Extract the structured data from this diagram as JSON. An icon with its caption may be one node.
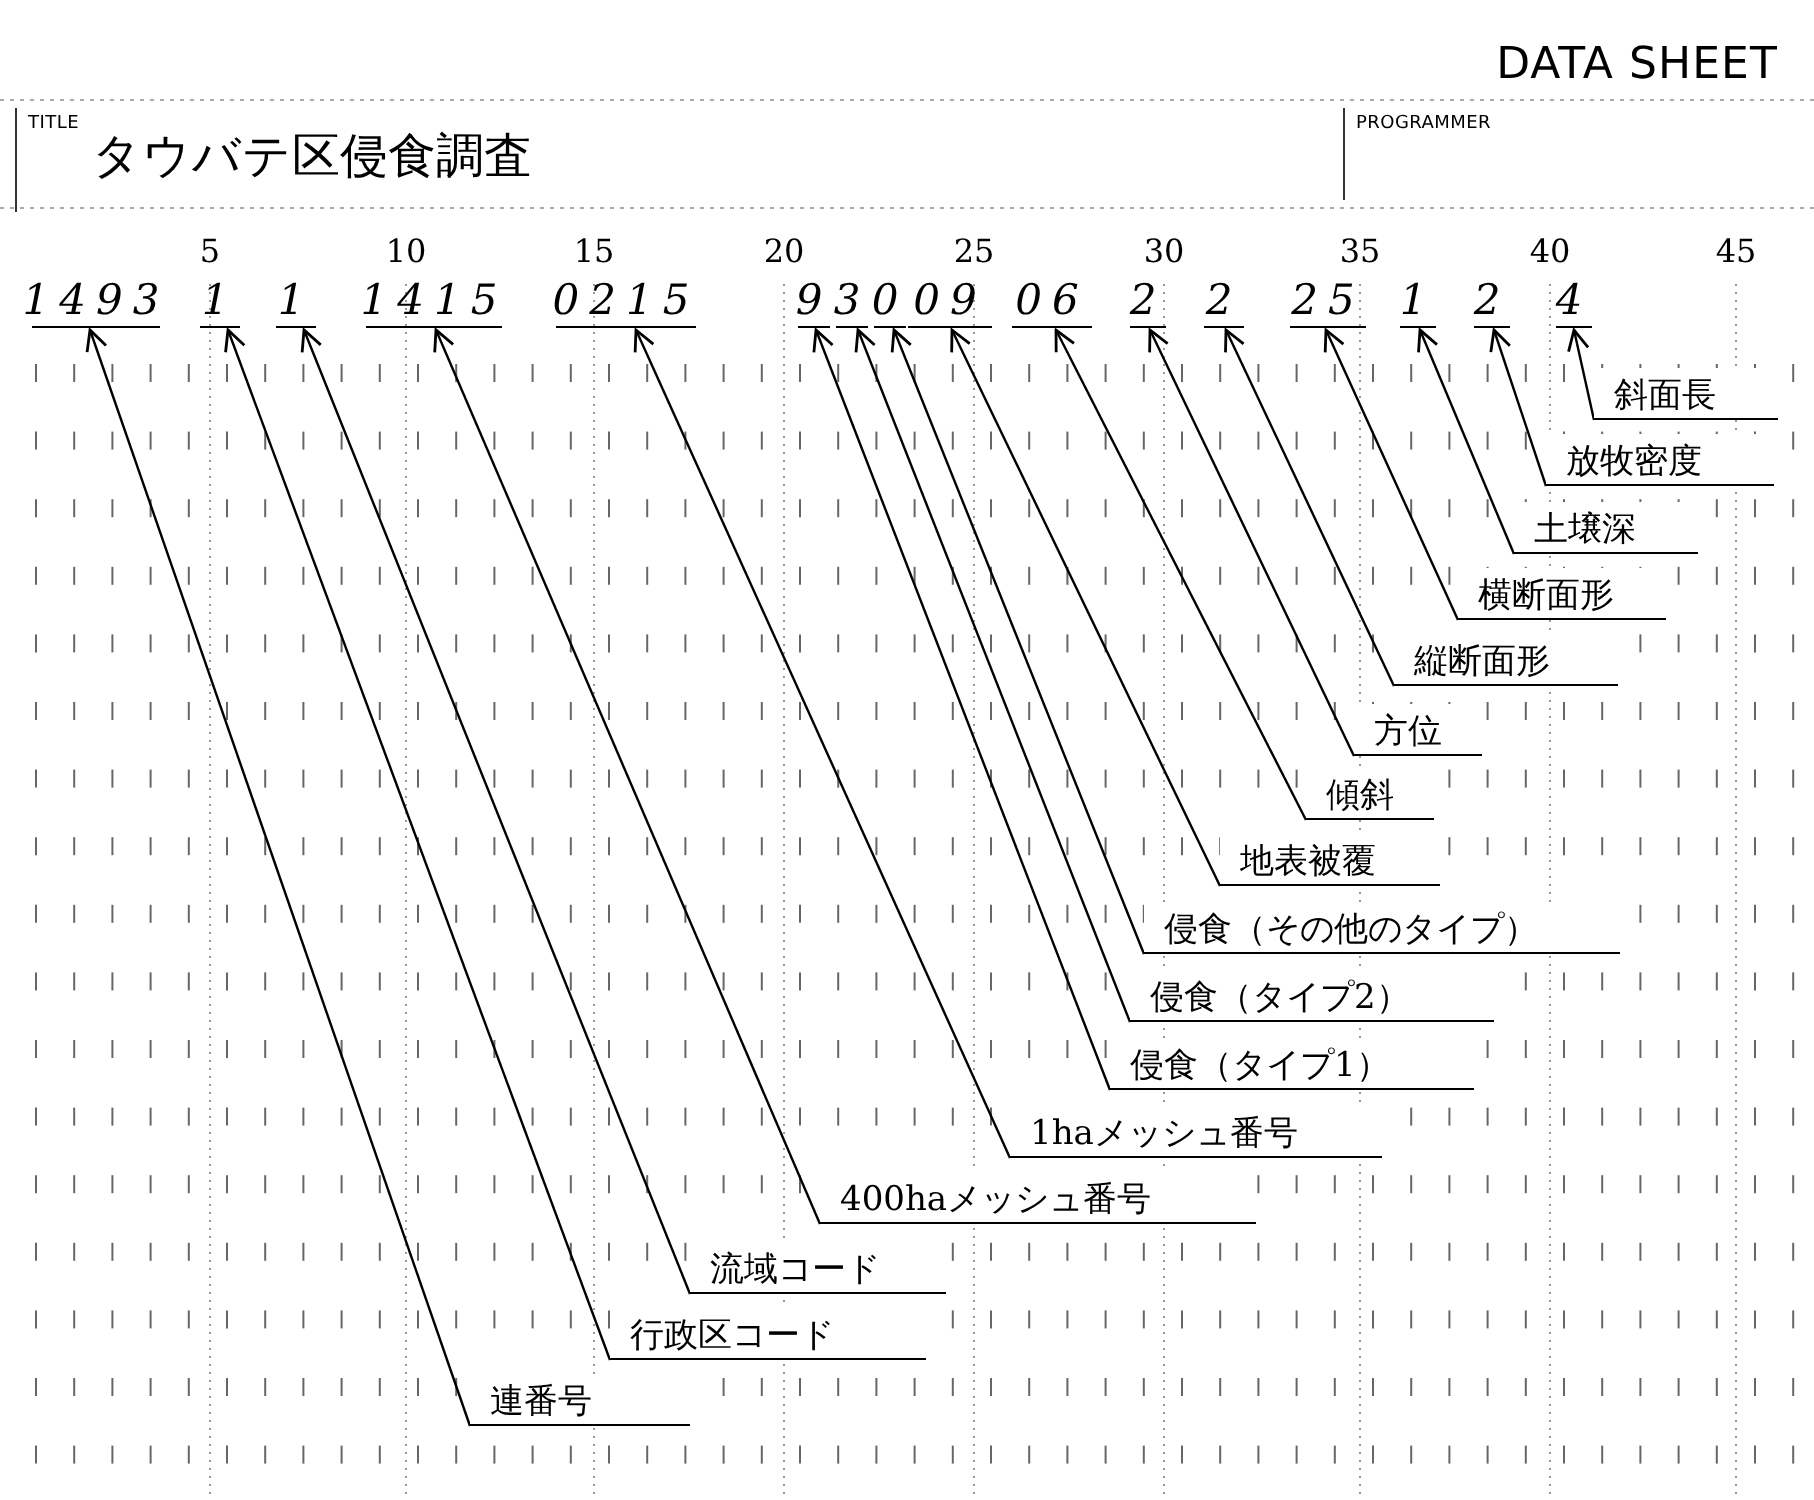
{
  "diagram": {
    "title": "DATA SHEET",
    "nodes": [
      {
        "text": [
          "1493"
        ]
      },
      {
        "text": [
          "1"
        ]
      },
      {
        "text": [
          "1"
        ]
      },
      {
        "text": [
          "1415"
        ]
      },
      {
        "text": [
          "0215"
        ]
      },
      {
        "text": [
          "9"
        ]
      },
      {
        "text": [
          "3"
        ]
      },
      {
        "text": [
          "0"
        ]
      },
      {
        "text": [
          "09"
        ]
      },
      {
        "text": [
          "06"
        ]
      },
      {
        "text": [
          "2"
        ]
      },
      {
        "text": [
          "2"
        ]
      },
      {
        "text": [
          "25"
        ]
      },
      {
        "text": [
          "1"
        ]
      },
      {
        "text": [
          "2"
        ]
      },
      {
        "text": [
          "4"
        ]
      },
      {
        "text": [
          "斜面長"
        ]
      },
      {
        "text": [
          "放牧密度"
        ]
      },
      {
        "text": [
          "土壌深"
        ]
      },
      {
        "text": [
          "横断面形"
        ]
      },
      {
        "text": [
          "縦断面形"
        ]
      },
      {
        "text": [
          "方位"
        ]
      },
      {
        "text": [
          "傾斜"
        ]
      },
      {
        "text": [
          "地表被覆"
        ]
      },
      {
        "text": [
          "侵食（その他のタイプ）"
        ]
      },
      {
        "text": [
          "侵食（タイプ2）"
        ]
      },
      {
        "text": [
          "侵食（タイプ1）"
        ]
      },
      {
        "text": [
          "1haメッシュ番号"
        ]
      },
      {
        "text": [
          "400haメッシュ番号"
        ]
      },
      {
        "text": [
          "流域コード"
        ]
      },
      {
        "text": [
          "行政区コード"
        ]
      },
      {
        "text": [
          "連番号"
        ]
      }
    ],
    "edges": [
      {
        "from": 16,
        "to": 15,
        "arrow": "to"
      },
      {
        "from": 17,
        "to": 14,
        "arrow": "to"
      },
      {
        "from": 18,
        "to": 13,
        "arrow": "to"
      },
      {
        "from": 19,
        "to": 12,
        "arrow": "to"
      },
      {
        "from": 20,
        "to": 11,
        "arrow": "to"
      },
      {
        "from": 21,
        "to": 10,
        "arrow": "to"
      },
      {
        "from": 22,
        "to": 9,
        "arrow": "to"
      },
      {
        "from": 23,
        "to": 8,
        "arrow": "to"
      },
      {
        "from": 24,
        "to": 7,
        "arrow": "to"
      },
      {
        "from": 25,
        "to": 6,
        "arrow": "to"
      },
      {
        "from": 26,
        "to": 5,
        "arrow": "to"
      },
      {
        "from": 27,
        "to": 4,
        "arrow": "to"
      },
      {
        "from": 28,
        "to": 3,
        "arrow": "to"
      },
      {
        "from": 29,
        "to": 2,
        "arrow": "to"
      },
      {
        "from": 30,
        "to": 1,
        "arrow": "to"
      },
      {
        "from": 31,
        "to": 0,
        "arrow": "to"
      }
    ],
    "labels": [
      "TITLE",
      "タウバテ区侵食調査",
      "PROGRAMMER",
      "5",
      "10",
      "15",
      "20",
      "25",
      "30",
      "35",
      "40",
      "45"
    ]
  }
}
